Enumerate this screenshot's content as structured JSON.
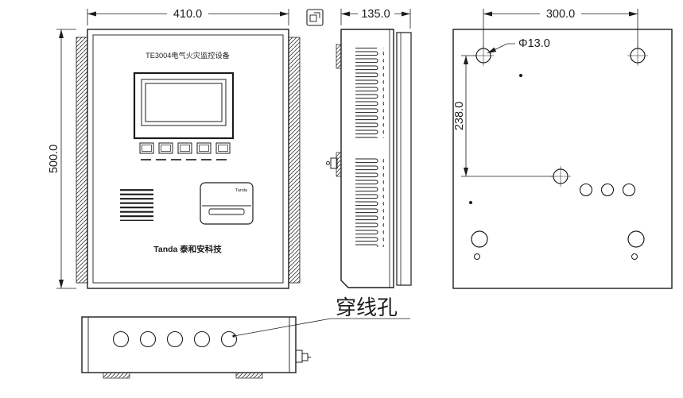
{
  "drawing": {
    "front": {
      "width_dim": "410.0",
      "height_dim": "500.0",
      "device_title": "TE3004电气火灾监控设备",
      "brand": "Tanda 泰和安科技",
      "printer_brand": "Tanda"
    },
    "side": {
      "depth_dim": "135.0"
    },
    "back": {
      "hole_span_dim": "300.0",
      "hole_diameter": "Φ13.0",
      "hole_vertical_dim": "238.0"
    },
    "bottom": {
      "cable_hole_label": "穿线孔"
    }
  }
}
